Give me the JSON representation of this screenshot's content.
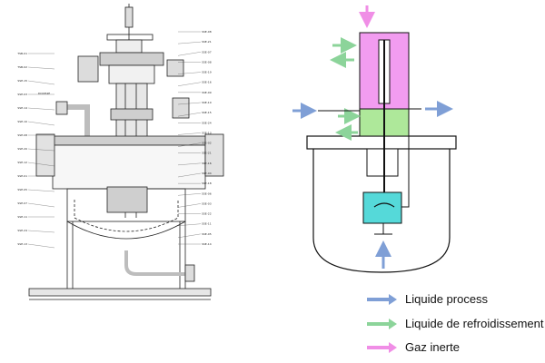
{
  "drawing": {
    "callout_text": "DOOH4E",
    "labels_left": [
      "TSB-01",
      "TSB-02",
      "SSE-15",
      "SSE-03",
      "SSE-14",
      "SSE-10",
      "SSE-08",
      "SSE-20",
      "SSE-12",
      "SSE-01",
      "SSE-05",
      "SSE-07",
      "SSE-11",
      "SSE-24",
      "SSE-13"
    ],
    "labels_right": [
      "SSE-08",
      "SSE-21",
      "SSE-07",
      "SSE-08",
      "SSE-19",
      "SSE-16",
      "SSE-09",
      "SSE-10",
      "SSE-15",
      "SSE-24",
      "SSE-13",
      "SSE-02",
      "SSE-21",
      "SSE-16",
      "SSE-04",
      "SSE-18",
      "SSE-06",
      "SSE-03",
      "SSE-22",
      "SSE-11",
      "SSE-05",
      "SSE-14"
    ]
  },
  "legend": {
    "items": [
      {
        "label": "Liquide process",
        "color": "#7f9fd6"
      },
      {
        "label": "Liquide de refroidissement",
        "color": "#8cd49a"
      },
      {
        "label": "Gaz inerte",
        "color": "#f08ee6"
      }
    ]
  },
  "colors": {
    "motor": "#f29cf0",
    "cooling": "#aee89a",
    "vessel_liquid": "#55d9d9",
    "process_arrow": "#7f9fd6",
    "cooling_arrow": "#8cd49a",
    "gas_arrow": "#f08ee6"
  }
}
